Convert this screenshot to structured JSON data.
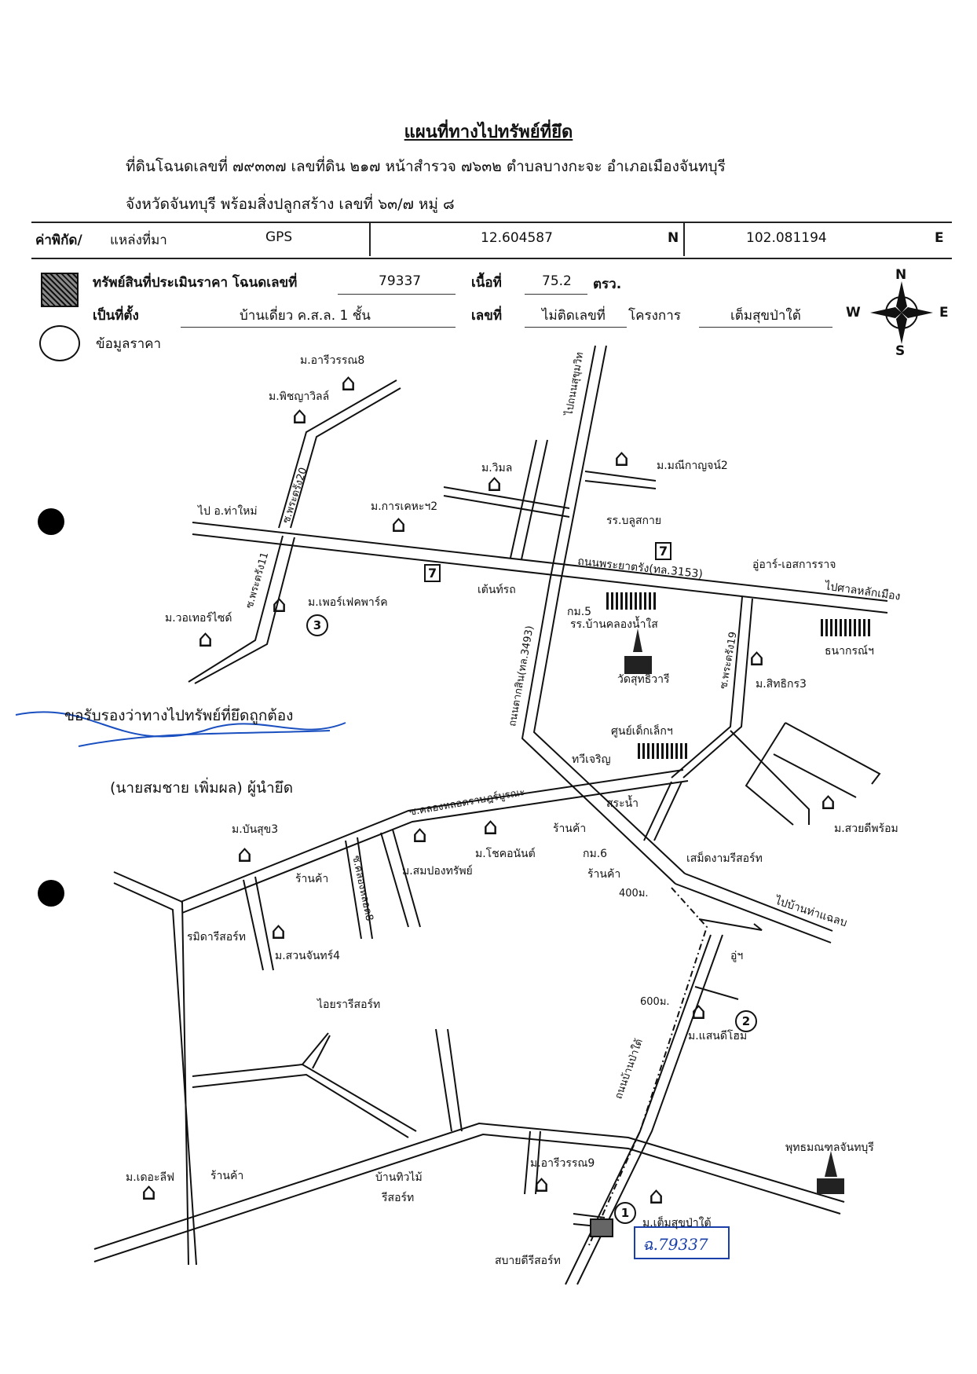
{
  "header": {
    "title": "แผนที่ทางไปทรัพย์ที่ยึด",
    "line1": "ที่ดินโฉนดเลขที่ ๗๙๓๓๗ เลขที่ดิน ๒๑๗ หน้าสำรวจ ๗๖๓๒ ตำบลบางกะจะ อำเภอเมืองจันทบุรี",
    "line2": "จังหวัดจันทบุรี พร้อมสิ่งปลูกสร้าง เลขที่ ๖๓/๗ หมู่ ๘"
  },
  "coords": {
    "label": "ค่าพิกัด/",
    "source_label": "แหล่งที่มา",
    "source": "GPS",
    "lat": "12.604587",
    "lat_dir": "N",
    "lon": "102.081194",
    "lon_dir": "E"
  },
  "legend": {
    "asset_label": "ทรัพย์สินที่ประเมินราคา โฉนดเลขที่",
    "deed_no": "79337",
    "area_label": "เนื้อที่",
    "area_value": "75.2",
    "area_unit": "ตรว.",
    "location_label": "เป็นที่ตั้ง",
    "location_value": "บ้านเดี่ยว ค.ส.ล. 1 ชั้น",
    "number_label": "เลขที่",
    "number_value": "ไม่ติดเลขที่",
    "project_label": "โครงการ",
    "project_value": "เต็มสุขป่าใต้",
    "price_label": "ข้อมูลราคา"
  },
  "compass": {
    "n": "N",
    "s": "S",
    "e": "E",
    "w": "W"
  },
  "certify": {
    "statement": "ขอรับรองว่าทางไปทรัพย์ที่ยึดถูกต้อง",
    "signer": "(นายสมชาย  เพิ่มผล) ผู้นำยึด"
  },
  "handwritten_deed": "ฉ.79337",
  "map_labels": {
    "m_arivan8": "ม.อารีวรรณ8",
    "m_phitchaya": "ม.พิชญาวิลล์",
    "soi_20": "ซ.พระตรัง20",
    "to_thamai": "ไป อ.ท่าใหม่",
    "m_karnkeha2": "ม.การเคหะฯ2",
    "m_wimon": "ม.วิมล",
    "to_sukhumvit": "ไปถนนสุขุมวิท",
    "m_manee": "ม.มณีกาญจน์2",
    "school_bulsak": "รร.บลูสกาย",
    "rd_phrayatrang": "ถนนพระยาตรัง(ทล.3153)",
    "cu_are": "อู่อาร์-เอสการราจ",
    "to_sanlak": "ไปศาลหลักเมือง",
    "tent": "เต้นท์รถ",
    "soi_11": "ซ.พระตรัง11",
    "m_perfect": "ม.เพอร์เฟคพาร์ค",
    "m_water": "ม.วอเทอร์ไซด์",
    "km5": "กม.5",
    "school_khlong": "รร.บ้านคลองน้ำใส",
    "thakorn": "ธนากรณ์ฯ",
    "soi_19": "ซ.พระตรัง19",
    "m_sittikorn": "ม.สิทธิกร3",
    "temple": "วัดสุทธิวารี",
    "rd_3493": "ถนนตากสิน(ทล.3493)",
    "childcare": "ศูนย์เด็กเล็กฯ",
    "taweecharoen": "ทวีเจริญ",
    "soi_khlong": "ซ.คลองหลอดราษฎร์บูรณะ",
    "pond": "สระน้ำ",
    "m_bansuk": "ม.บันสุข3",
    "shop1": "ร้านค้า",
    "soi_khlongloddi": "ซ.คลองหลอด8",
    "m_somploi": "ม.สมปองทรัพย์",
    "m_chokanan": "ม.โชคอนันต์",
    "shop2": "ร้านค้า",
    "km6": "กม.6",
    "shop3": "ร้านค้า",
    "resort_semet": "เสม็ดงามรีสอร์ท",
    "m_suai": "ม.สวยดีพร้อม",
    "dist400": "400ม.",
    "to_thachaeb": "ไปบ้านท่าแฉลบ",
    "resort_ramida": "รมิดารีสอร์ท",
    "m_suanchan": "ม.สวนจันทร์4",
    "cu": "อู่ฯ",
    "dist600": "600ม.",
    "resort_aiyara": "ไอยรารีสอร์ท",
    "m_saendee": "ม.แสนดีโฮม",
    "rd_banpatai": "ถนนบ้านป่าใต้",
    "buddha": "พุทธมณฑลจันทบุรี",
    "m_theleaf": "ม.เดอะลีฟ",
    "shop4": "ร้านค้า",
    "resort_thiwmai": "บ้านทิวไม้",
    "resort_thiwmai2": "รีสอร์ท",
    "m_arivan9": "ม.อารีวรรณ9",
    "m_temsuk": "ม.เต็มสุขป่าใต้",
    "resort_sabai": "สบายดีรีสอร์ท",
    "n1": "1",
    "n2": "2",
    "n3": "3"
  }
}
